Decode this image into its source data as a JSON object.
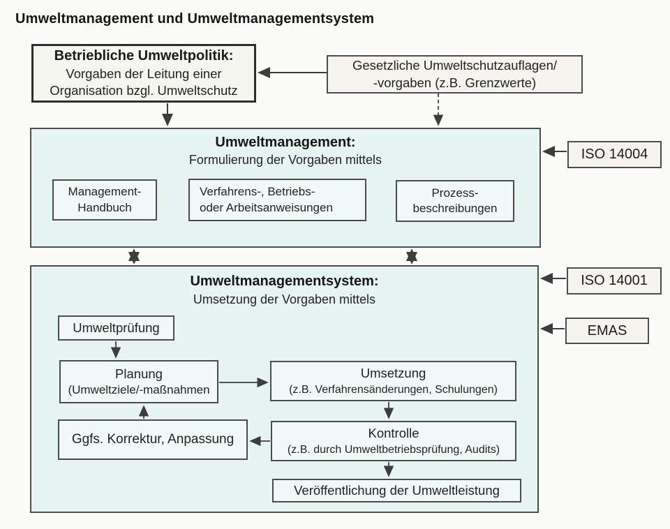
{
  "title": "Umweltmanagement und Umweltmanagementsystem",
  "colors": {
    "panel_fill": "#e7f5f2",
    "node_fill": "#f1faf8",
    "plain_fill": "#f5f4ee",
    "border": "#4c4c4c",
    "arrow": "#3d3d3d"
  },
  "top": {
    "politik": {
      "heading": "Betriebliche Umweltpolitik:",
      "line1": "Vorgaben der Leitung einer",
      "line2": "Organisation bzgl. Umweltschutz"
    },
    "gesetzlich": {
      "line1": "Gesetzliche Umweltschutzauflagen/",
      "line2": "-vorgaben (z.B. Grenzwerte)"
    }
  },
  "umweltmanagement": {
    "heading": "Umweltmanagement:",
    "subheading": "Formulierung der Vorgaben mittels",
    "standard": "ISO 14004",
    "items": [
      {
        "line1": "Management-",
        "line2": "Handbuch"
      },
      {
        "line1": "Verfahrens-, Betriebs-",
        "line2": "oder Arbeitsanweisungen"
      },
      {
        "line1": "Prozess-",
        "line2": "beschreibungen"
      }
    ]
  },
  "umweltmanagementsystem": {
    "heading": "Umweltmanagementsystem:",
    "subheading": "Umsetzung der Vorgaben mittels",
    "standards": [
      "ISO 14001",
      "EMAS"
    ],
    "steps": {
      "pruefung": "Umweltprüfung",
      "planung": {
        "title": "Planung",
        "detail": "(Umweltziele/-maßnahmen"
      },
      "umsetzung": {
        "title": "Umsetzung",
        "detail": "(z.B. Verfahrensänderungen, Schulungen)"
      },
      "kontrolle": {
        "title": "Kontrolle",
        "detail": "(z.B. durch Umweltbetriebsprüfung, Audits)"
      },
      "korrektur": "Ggfs. Korrektur, Anpassung",
      "veroeffentlichung": "Veröffentlichung der Umweltleistung"
    }
  }
}
